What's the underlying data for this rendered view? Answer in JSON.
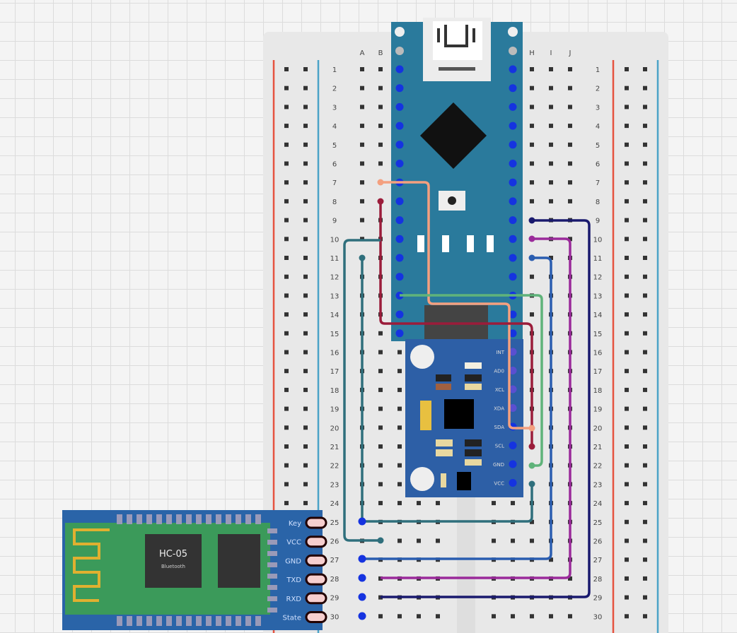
{
  "breadboard": {
    "rows": [
      "1",
      "2",
      "3",
      "4",
      "5",
      "6",
      "7",
      "8",
      "9",
      "10",
      "11",
      "12",
      "13",
      "14",
      "15",
      "16",
      "17",
      "18",
      "19",
      "20",
      "21",
      "22",
      "23",
      "24",
      "25",
      "26",
      "27",
      "28",
      "29",
      "30"
    ],
    "columns_left": [
      "A",
      "B"
    ],
    "columns_right": [
      "H",
      "I",
      "J"
    ]
  },
  "hc05": {
    "chip_title": "HC-05",
    "chip_subtitle": "Bluetooth",
    "pins": [
      "Key",
      "VCC",
      "GND",
      "TXD",
      "RXD",
      "State"
    ]
  },
  "mpu": {
    "pins": [
      "INT",
      "AD0",
      "XCL",
      "XDA",
      "SDA",
      "SCL",
      "GND",
      "VCC"
    ]
  },
  "colors": {
    "arduino": "#2a7a9c",
    "mpu_board": "#2d5fa6",
    "hc05_board": "#3b9a5a",
    "wire_salmon": "#f4a07f",
    "wire_darkred": "#9b1c3a",
    "wire_green": "#5fb37a",
    "wire_teal": "#2f6f7c",
    "wire_blue": "#2a5db0",
    "wire_purple": "#9a2a9a",
    "wire_navy": "#1a1a6e"
  }
}
